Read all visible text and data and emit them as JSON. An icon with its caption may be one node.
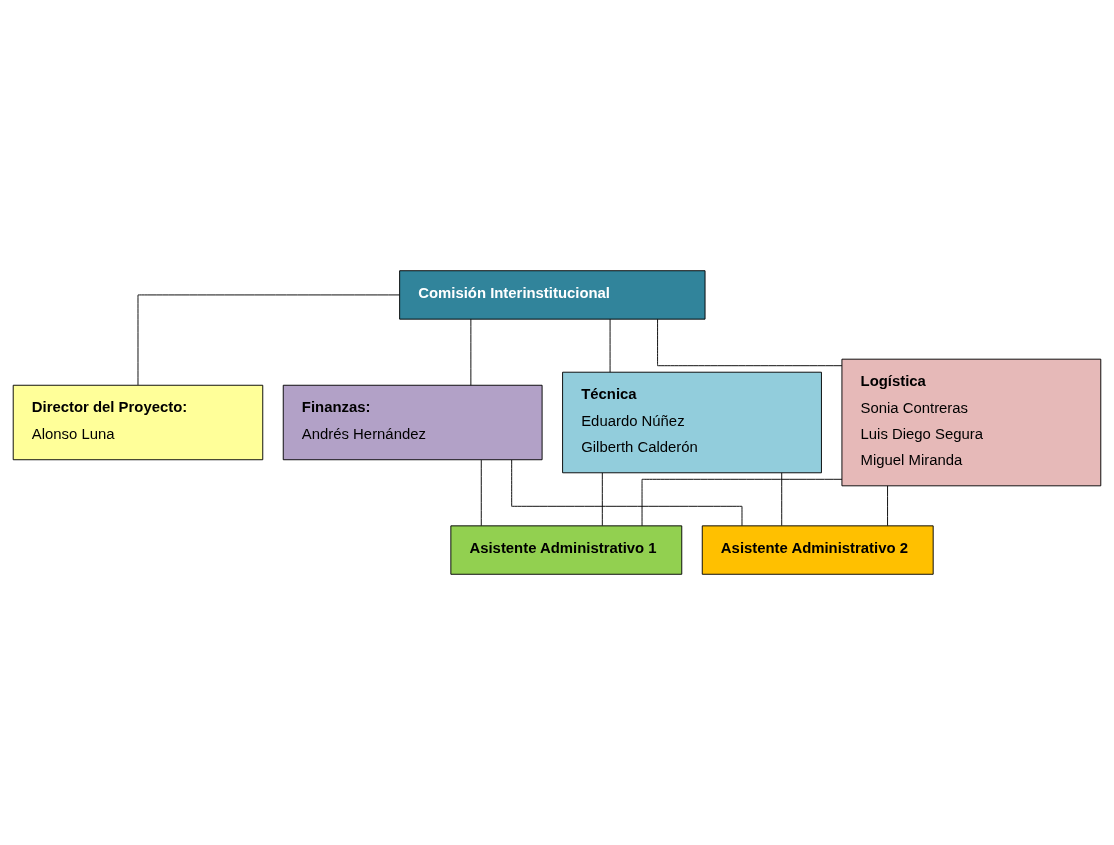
{
  "diagram": {
    "nodes": [
      {
        "text": [
          "Comisión Interinstitucional"
        ]
      },
      {
        "text": [
          "Director del Proyecto:",
          "Alonso Luna"
        ]
      },
      {
        "text": [
          "Finanzas:",
          "Andrés Hernández"
        ]
      },
      {
        "text": [
          "Técnica",
          "Eduardo Núñez",
          "Gilberth Calderón"
        ]
      },
      {
        "text": [
          "Logística",
          "Sonia Contreras",
          "Luis Diego Segura",
          "Miguel Miranda"
        ]
      },
      {
        "text": [
          "Asistente Administrativo 1"
        ]
      },
      {
        "text": [
          "Asistente Administrativo 2"
        ]
      }
    ],
    "edges": [
      {
        "from": 0,
        "to": 1,
        "arrow": "none"
      },
      {
        "from": 0,
        "to": 2,
        "arrow": "none"
      },
      {
        "from": 0,
        "to": 3,
        "arrow": "none"
      },
      {
        "from": 0,
        "to": 4,
        "arrow": "none"
      },
      {
        "from": 2,
        "to": 5,
        "arrow": "none"
      },
      {
        "from": 2,
        "to": 6,
        "arrow": "none"
      },
      {
        "from": 3,
        "to": 5,
        "arrow": "none"
      },
      {
        "from": 3,
        "to": 6,
        "arrow": "none"
      },
      {
        "from": 4,
        "to": 5,
        "arrow": "none"
      },
      {
        "from": 4,
        "to": 6,
        "arrow": "none"
      }
    ]
  }
}
